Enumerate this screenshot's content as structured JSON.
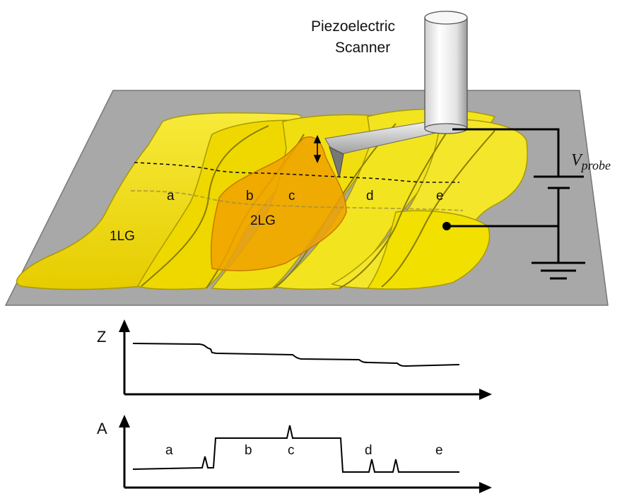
{
  "scanner": {
    "line1": "Piezoelectric",
    "line2": "Scanner"
  },
  "voltage": {
    "symbol": "V",
    "subscript": "probe"
  },
  "sample": {
    "region_labels": [
      "a",
      "b",
      "c",
      "d",
      "e"
    ],
    "layer_1": "1LG",
    "layer_2": "2LG"
  },
  "plots": {
    "top_axis": "Z",
    "bottom_axis": "A",
    "bottom_labels": [
      "a",
      "b",
      "c",
      "d",
      "e"
    ]
  },
  "colors": {
    "substrate": "#a9a9a9",
    "graphene_1lg": "#f2e000",
    "graphene_2lg": "#f0a000",
    "line": "#000000"
  }
}
